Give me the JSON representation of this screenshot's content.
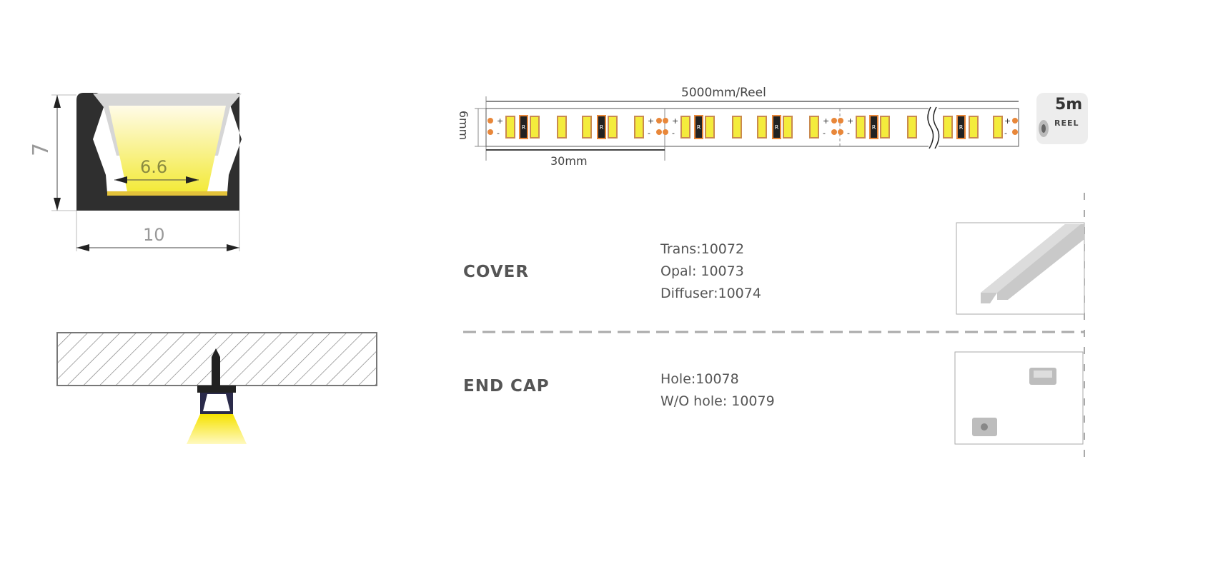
{
  "profile_drawing": {
    "height_label": "7",
    "inner_width_label": "6.6",
    "width_label": "10"
  },
  "led_strip": {
    "length_label": "5000mm/Reel",
    "width_label": "6mm",
    "segment_label": "30mm",
    "plus": "+",
    "minus": "-",
    "resistor": "R",
    "reel_badge": {
      "length": "5m",
      "label": "REEL"
    }
  },
  "cover": {
    "title": "COVER",
    "options": [
      "Trans:10072",
      "Opal: 10073",
      "Diffuser:10074"
    ]
  },
  "end_cap": {
    "title": "END CAP",
    "options": [
      "Hole:10078",
      "W/O hole: 10079"
    ]
  },
  "colors": {
    "led": "#f4ec3c",
    "pad": "#e8873a",
    "profile": "#2f2f2f",
    "text": "#555555"
  }
}
